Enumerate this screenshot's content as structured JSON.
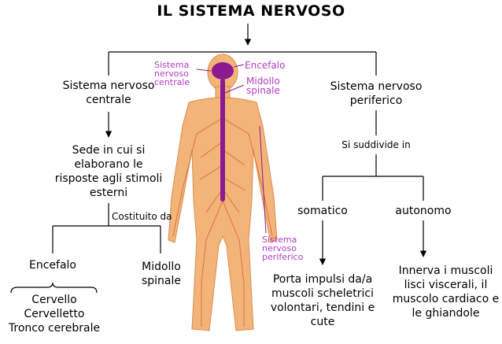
{
  "title": "IL SISTEMA NERVOSO",
  "left": {
    "branch": [
      "Sistema nervoso",
      "centrale"
    ],
    "description": [
      "Sede in cui si",
      "elaborano le",
      "risposte agli stimoli",
      "esterni"
    ],
    "connector": "Costituito da",
    "children": {
      "encefalo": "Encefalo",
      "midollo": [
        "Midollo",
        "spinale"
      ],
      "encefalo_parts": [
        "Cervello",
        "Cervelletto",
        "Tronco cerebrale"
      ]
    }
  },
  "right": {
    "branch": [
      "Sistema nervoso",
      "periferico"
    ],
    "connector": "Si suddivide in",
    "somatico": {
      "label": "somatico",
      "description": [
        "Porta impulsi da/a",
        "muscoli scheletrici",
        "volontari, tendini e",
        "cute"
      ]
    },
    "autonomo": {
      "label": "autonomo",
      "description": [
        "Innerva i muscoli",
        "lisci viscerali, il",
        "muscolo cardiaco e",
        "le ghiandole"
      ]
    }
  },
  "figure": {
    "labels": {
      "snc": [
        "Sistema",
        "nervoso",
        "centrale"
      ],
      "encefalo": "Encefalo",
      "midollo": [
        "Midollo",
        "spinale"
      ],
      "snp": [
        "Sistema",
        "nervoso",
        "periferico"
      ]
    },
    "colors": {
      "body": "#f3b47a",
      "body_outline": "#d98d4e",
      "nerves": "#e0733a",
      "cns": "#8a1a8f",
      "label": "#b43cc4"
    }
  }
}
